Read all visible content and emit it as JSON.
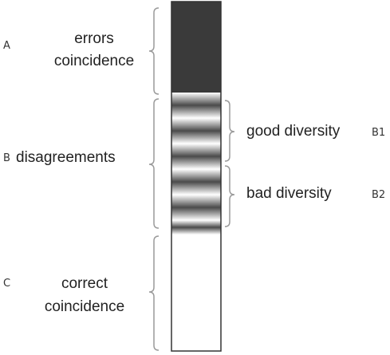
{
  "regions": {
    "a": {
      "letter": "A",
      "label_line1": "errors",
      "label_line2": "coincidence"
    },
    "b": {
      "letter": "B",
      "label": "disagreements"
    },
    "b1": {
      "letter": "B1",
      "label": "good diversity"
    },
    "b2": {
      "letter": "B2",
      "label": "bad diversity"
    },
    "c": {
      "letter": "C",
      "label_line1": "correct",
      "label_line2": "coincidence"
    }
  },
  "colors": {
    "error_fill": "#3a3a3a",
    "correct_fill": "#ffffff",
    "stripe_dark": "#4a4a4a",
    "stripe_light": "#ffffff",
    "bracket": "#9a9a9a",
    "border": "#333333"
  }
}
